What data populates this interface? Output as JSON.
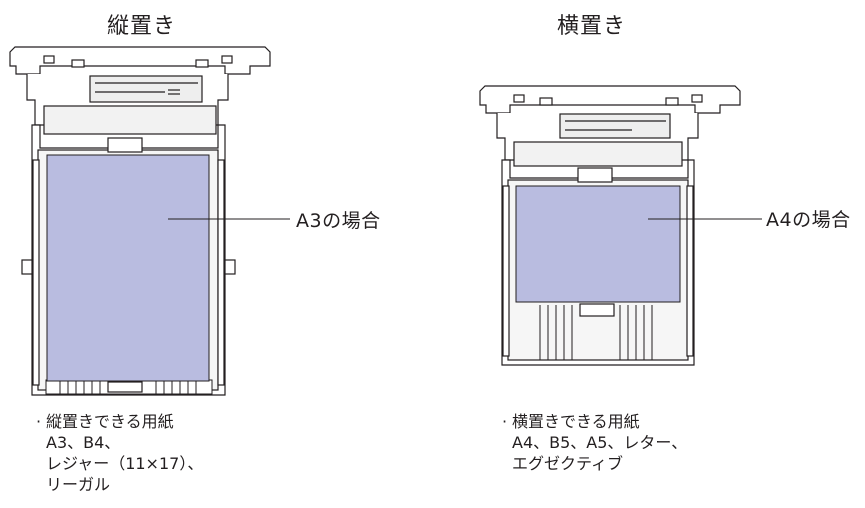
{
  "left": {
    "heading": "縦置き",
    "callout": "A3の場合",
    "note": {
      "bullet": "·",
      "lines": [
        "縦置きできる用紙",
        "A3、B4、",
        "レジャー（11×17）、",
        "リーガル"
      ]
    }
  },
  "right": {
    "heading": "横置き",
    "callout": "A4の場合",
    "note": {
      "bullet": "·",
      "lines": [
        "横置きできる用紙",
        "A4、B5、A5、レター、",
        "エグゼクティブ"
      ]
    }
  },
  "colors": {
    "paper": "#b9bce0",
    "line": "#231f20",
    "tray_fill": "#ffffff",
    "shade": "#d9d9d9"
  }
}
